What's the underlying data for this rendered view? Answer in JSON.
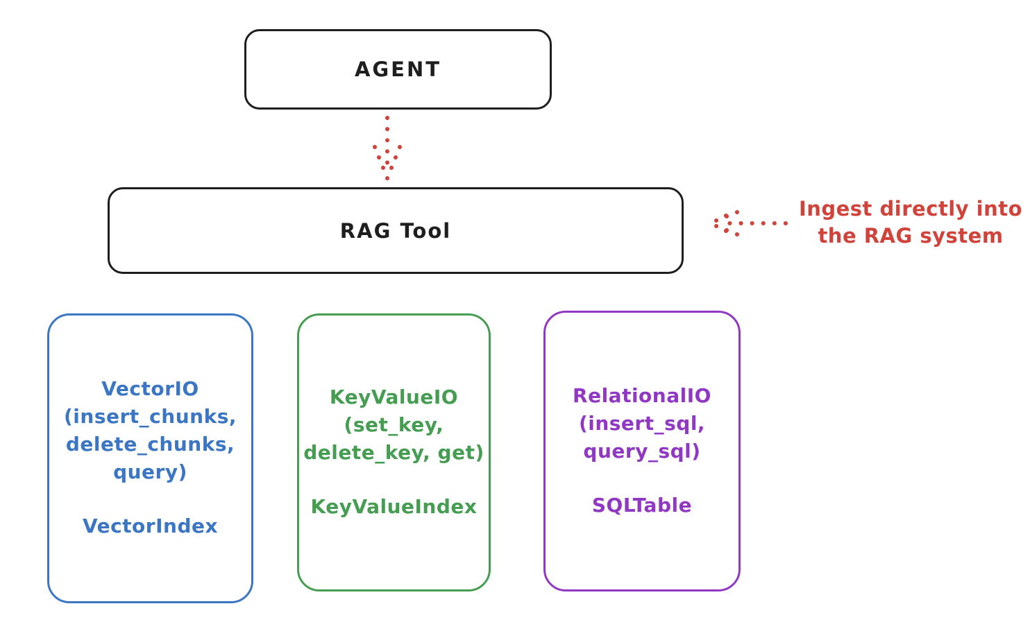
{
  "diagram": {
    "agent": {
      "label": "AGENT"
    },
    "rag_tool": {
      "label": "RAG Tool"
    },
    "annotation": {
      "line1": "Ingest directly into",
      "line2": "the RAG system"
    },
    "boxes": [
      {
        "title": "VectorIO",
        "methods": [
          "(insert_chunks,",
          "delete_chunks,",
          "query)"
        ],
        "index": "VectorIndex",
        "color": "#3b76c5"
      },
      {
        "title": "KeyValueIO",
        "methods": [
          "(set_key,",
          "delete_key, get)"
        ],
        "index": "KeyValueIndex",
        "color": "#459d52"
      },
      {
        "title": "RelationalIO",
        "methods": [
          "(insert_sql,",
          "query_sql)"
        ],
        "index": "SQLTable",
        "color": "#9038c4"
      }
    ],
    "colors": {
      "stroke": "#1e1e1e",
      "arrow_red": "#d0423a",
      "background": "#ffffff"
    }
  }
}
